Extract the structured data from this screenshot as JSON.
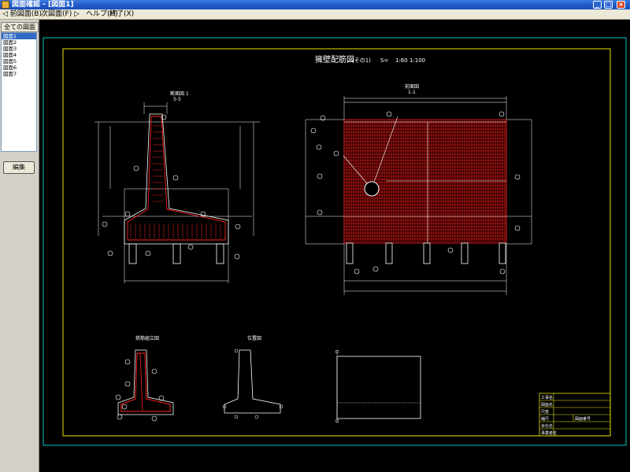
{
  "window": {
    "title": "図面確認 - [図面1]",
    "buttons": {
      "minimize": "_",
      "maximize": "□",
      "close": "×"
    }
  },
  "menu": {
    "items": [
      "◁ 前図面(B)",
      "次図面(F) ▷",
      "ヘルプ(H)",
      "終了(X)"
    ]
  },
  "sidebar": {
    "header": "全ての図面",
    "items": [
      "図面1",
      "図面2",
      "図面3",
      "図面4",
      "図面5",
      "図面6",
      "図面7"
    ],
    "selected_index": 0,
    "edit_button": "編集"
  },
  "drawing": {
    "title": "擁壁配筋図",
    "subtitle": "(その1)",
    "scale_label": "S=",
    "scale_values": "1:60 1:100",
    "section_label": "断面図 1",
    "section_sub": "5-5",
    "front_label": "前面図",
    "front_sub": "1-1",
    "detail_label": "鉄筋組立図",
    "position_label": "位置図",
    "title_block": [
      "工事名",
      "図面名",
      "尺度",
      "縮尺",
      "会社名",
      "事業者名"
    ],
    "title_block_value": "図面番号",
    "colors": {
      "background": "#000000",
      "outer_frame": "#00c8c8",
      "inner_frame": "#e6e600",
      "line": "#ffffff",
      "rebar": "#ff2020"
    }
  }
}
